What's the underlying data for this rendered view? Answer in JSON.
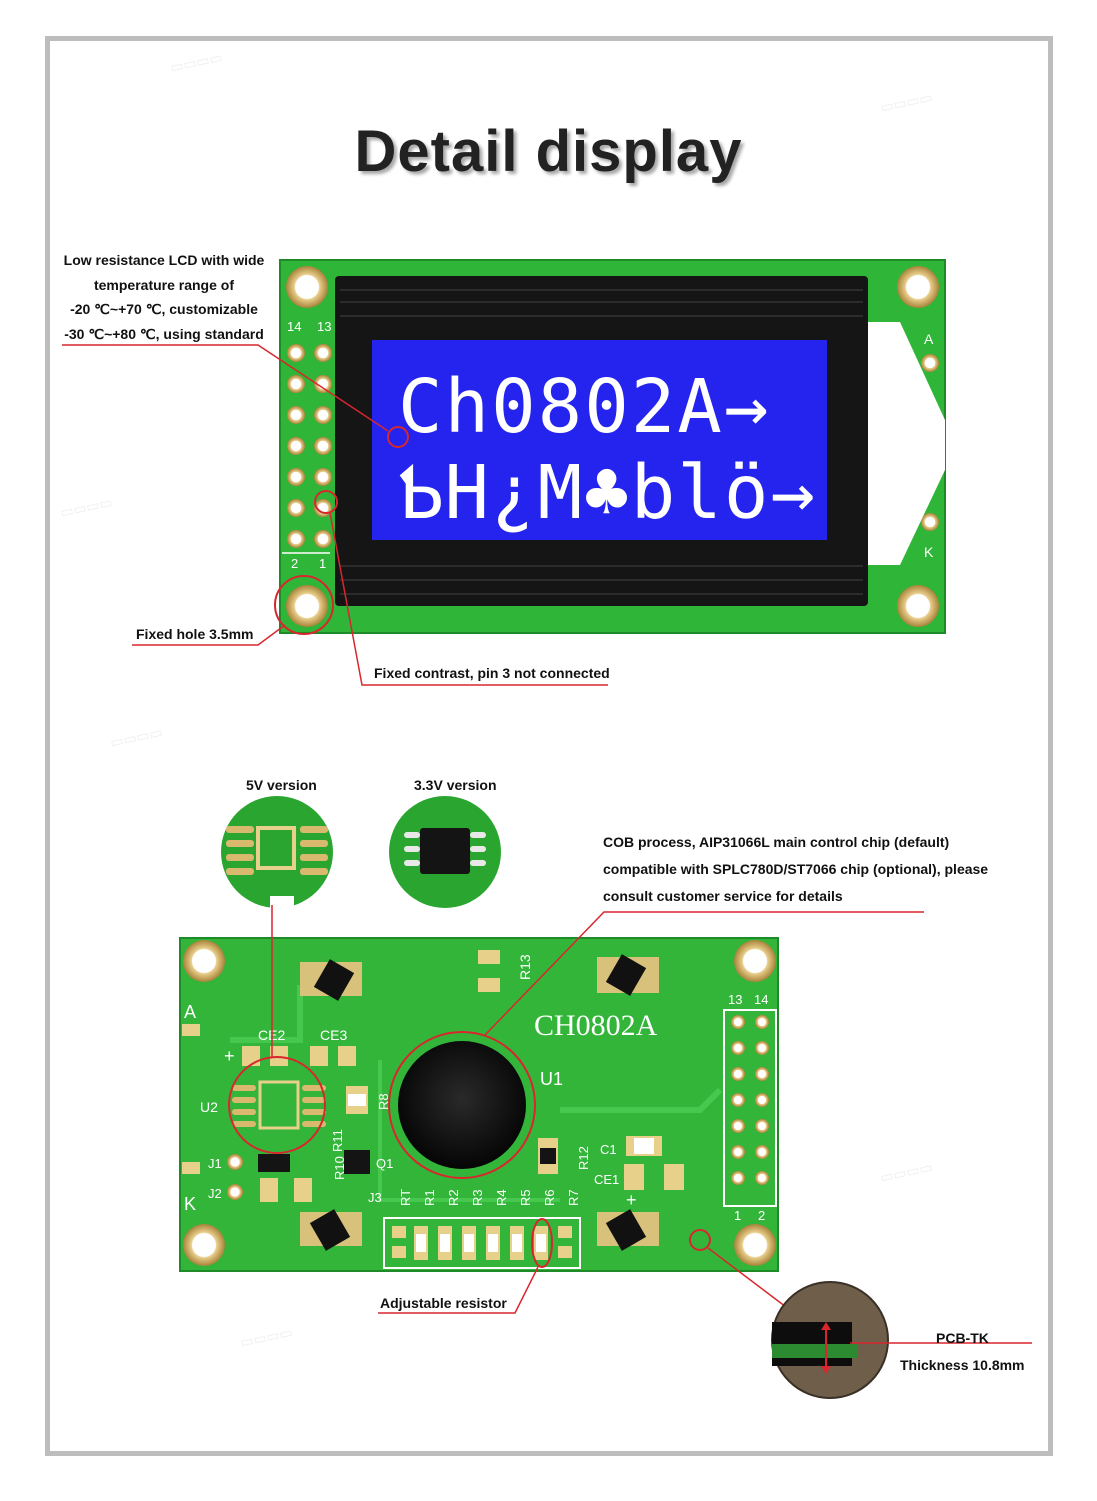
{
  "title": "Detail display",
  "lcd": {
    "line1": "Ch0802A→",
    "line2": "ƄH¿M♣blö→",
    "pin_top_left": "14",
    "pin_top_right": "13",
    "pin_bottom_left": "2",
    "pin_bottom_right": "1",
    "anode": "A",
    "cathode": "K"
  },
  "callouts": {
    "lcd_temp": [
      "Low resistance LCD with wide",
      "temperature range of",
      "-20 ℃~+70 ℃, customizable",
      "-30 ℃~+80 ℃, using standard"
    ],
    "fixed_hole": "Fixed hole 3.5mm",
    "fixed_contrast": "Fixed contrast, pin 3 not connected",
    "v5": "5V version",
    "v33": "3.3V version",
    "cob": [
      "COB process, AIP31066L main control chip (default)",
      "compatible with SPLC780D/ST7066 chip (optional), please",
      "consult customer service for details"
    ],
    "adjustable": "Adjustable resistor",
    "pcb_tk": "PCB-TK",
    "thickness": "Thickness 10.8mm"
  },
  "pcb_back": {
    "model": "CH0802A",
    "labels": {
      "u1": "U1",
      "u2": "U2",
      "ce2": "CE2",
      "ce3": "CE3",
      "r13": "R13",
      "r8": "R8",
      "q1": "Q1",
      "j1": "J1",
      "j2": "J2",
      "j3": "J3",
      "r10": "R10",
      "r11": "R11",
      "c1": "C1",
      "ce1": "CE1",
      "r12": "R12",
      "a": "A",
      "k": "K",
      "p13": "13",
      "p14": "14",
      "p1": "1",
      "p2": "2",
      "rt": "RT",
      "r1": "R1",
      "r2": "R2",
      "r3": "R3",
      "r4": "R4",
      "r5": "R5",
      "r6": "R6",
      "r7": "R7"
    }
  },
  "colors": {
    "pcb_green": "#33b53a",
    "lcd_blue": "#2222ee",
    "bezel": "#111111",
    "callout_red": "#d9262e",
    "pad_gold": "#c9a25a"
  }
}
